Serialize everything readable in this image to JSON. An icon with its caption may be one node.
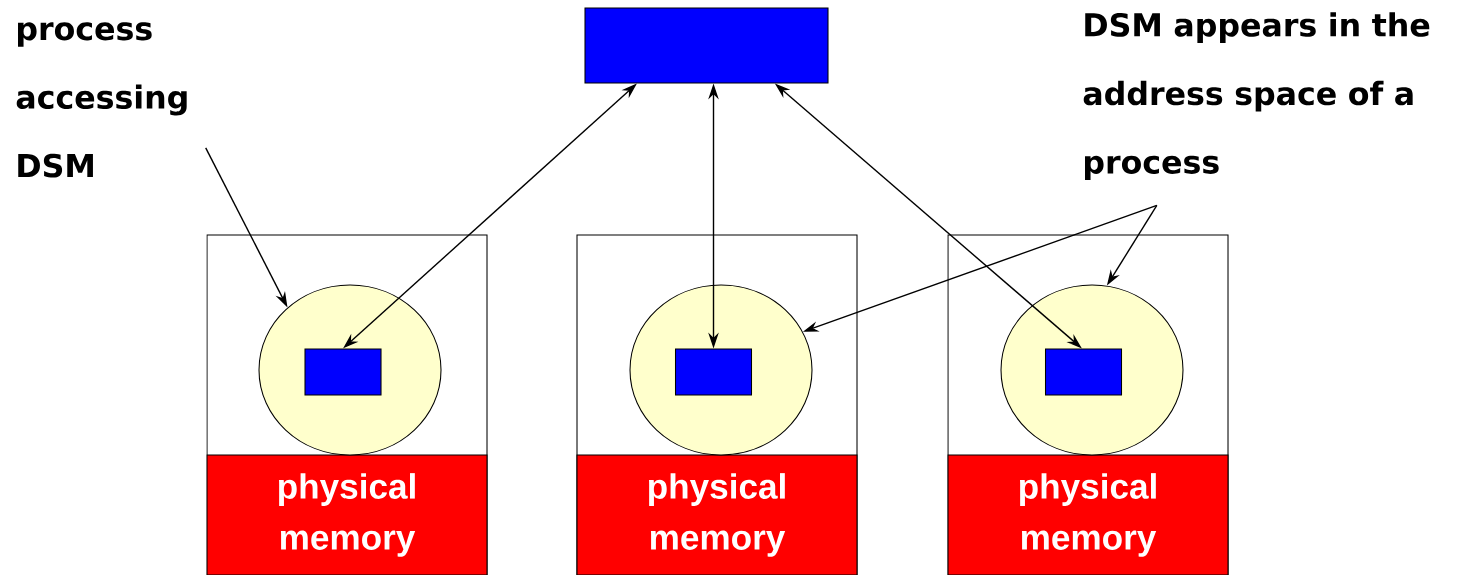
{
  "diagram": {
    "nodes": [
      {
        "text": [],
        "shape": "box"
      },
      {
        "text": [
          "process accessing DSM"
        ]
      },
      {
        "text": [
          "DSM appears in the address space of a process"
        ]
      },
      {
        "text": [],
        "shape": "box"
      },
      {
        "text": [],
        "shape": "box"
      },
      {
        "text": [],
        "shape": "box"
      },
      {
        "text": [],
        "shape": "circle",
        "in": 3
      },
      {
        "text": [],
        "shape": "circle",
        "in": 4
      },
      {
        "text": [],
        "shape": "circle",
        "in": 5
      },
      {
        "text": [],
        "shape": "box",
        "in": 6
      },
      {
        "text": [],
        "shape": "box",
        "in": 7
      },
      {
        "text": [],
        "shape": "box",
        "in": 8
      },
      {
        "text": [
          "physical memory"
        ],
        "in": 3
      },
      {
        "text": [
          "physical memory"
        ],
        "in": 4
      },
      {
        "text": [
          "physical memory"
        ],
        "in": 5
      }
    ],
    "edges": [
      {
        "from": 1,
        "to": 6,
        "arrow": "to"
      },
      {
        "from": 9,
        "to": 0,
        "arrow": "both"
      },
      {
        "from": 10,
        "to": 0,
        "arrow": "both"
      },
      {
        "from": 11,
        "to": 0,
        "arrow": "both"
      },
      {
        "from": 2,
        "to": 7,
        "arrow": "to"
      },
      {
        "from": 2,
        "to": 8,
        "arrow": "to"
      }
    ]
  }
}
